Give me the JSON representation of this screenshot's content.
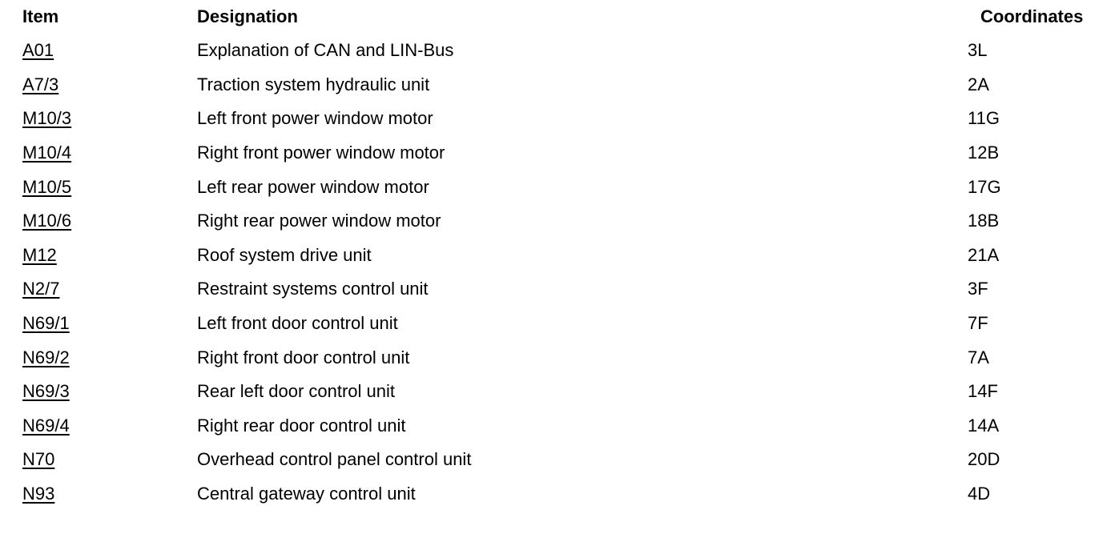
{
  "table": {
    "headers": {
      "item": "Item",
      "designation": "Designation",
      "coordinates": "Coordinates"
    },
    "rows": [
      {
        "item": "A01",
        "designation": "Explanation of CAN and LIN-Bus",
        "coordinates": "3L"
      },
      {
        "item": "A7/3",
        "designation": "Traction system hydraulic unit",
        "coordinates": "2A"
      },
      {
        "item": "M10/3",
        "designation": "Left front power window motor",
        "coordinates": "11G"
      },
      {
        "item": "M10/4",
        "designation": "Right front power window motor",
        "coordinates": "12B"
      },
      {
        "item": "M10/5",
        "designation": "Left rear power window motor",
        "coordinates": "17G"
      },
      {
        "item": "M10/6",
        "designation": "Right rear power window motor",
        "coordinates": "18B"
      },
      {
        "item": "M12",
        "designation": "Roof system drive unit",
        "coordinates": "21A"
      },
      {
        "item": "N2/7",
        "designation": "Restraint systems control unit",
        "coordinates": "3F"
      },
      {
        "item": "N69/1",
        "designation": "Left front door control unit",
        "coordinates": "7F"
      },
      {
        "item": "N69/2",
        "designation": "Right front door control unit",
        "coordinates": "7A"
      },
      {
        "item": "N69/3",
        "designation": "Rear left door control unit",
        "coordinates": "14F"
      },
      {
        "item": "N69/4",
        "designation": "Right rear door control unit",
        "coordinates": "14A"
      },
      {
        "item": "N70",
        "designation": "Overhead control panel control unit",
        "coordinates": "20D"
      },
      {
        "item": "N93",
        "designation": "Central gateway control unit",
        "coordinates": "4D"
      }
    ]
  }
}
